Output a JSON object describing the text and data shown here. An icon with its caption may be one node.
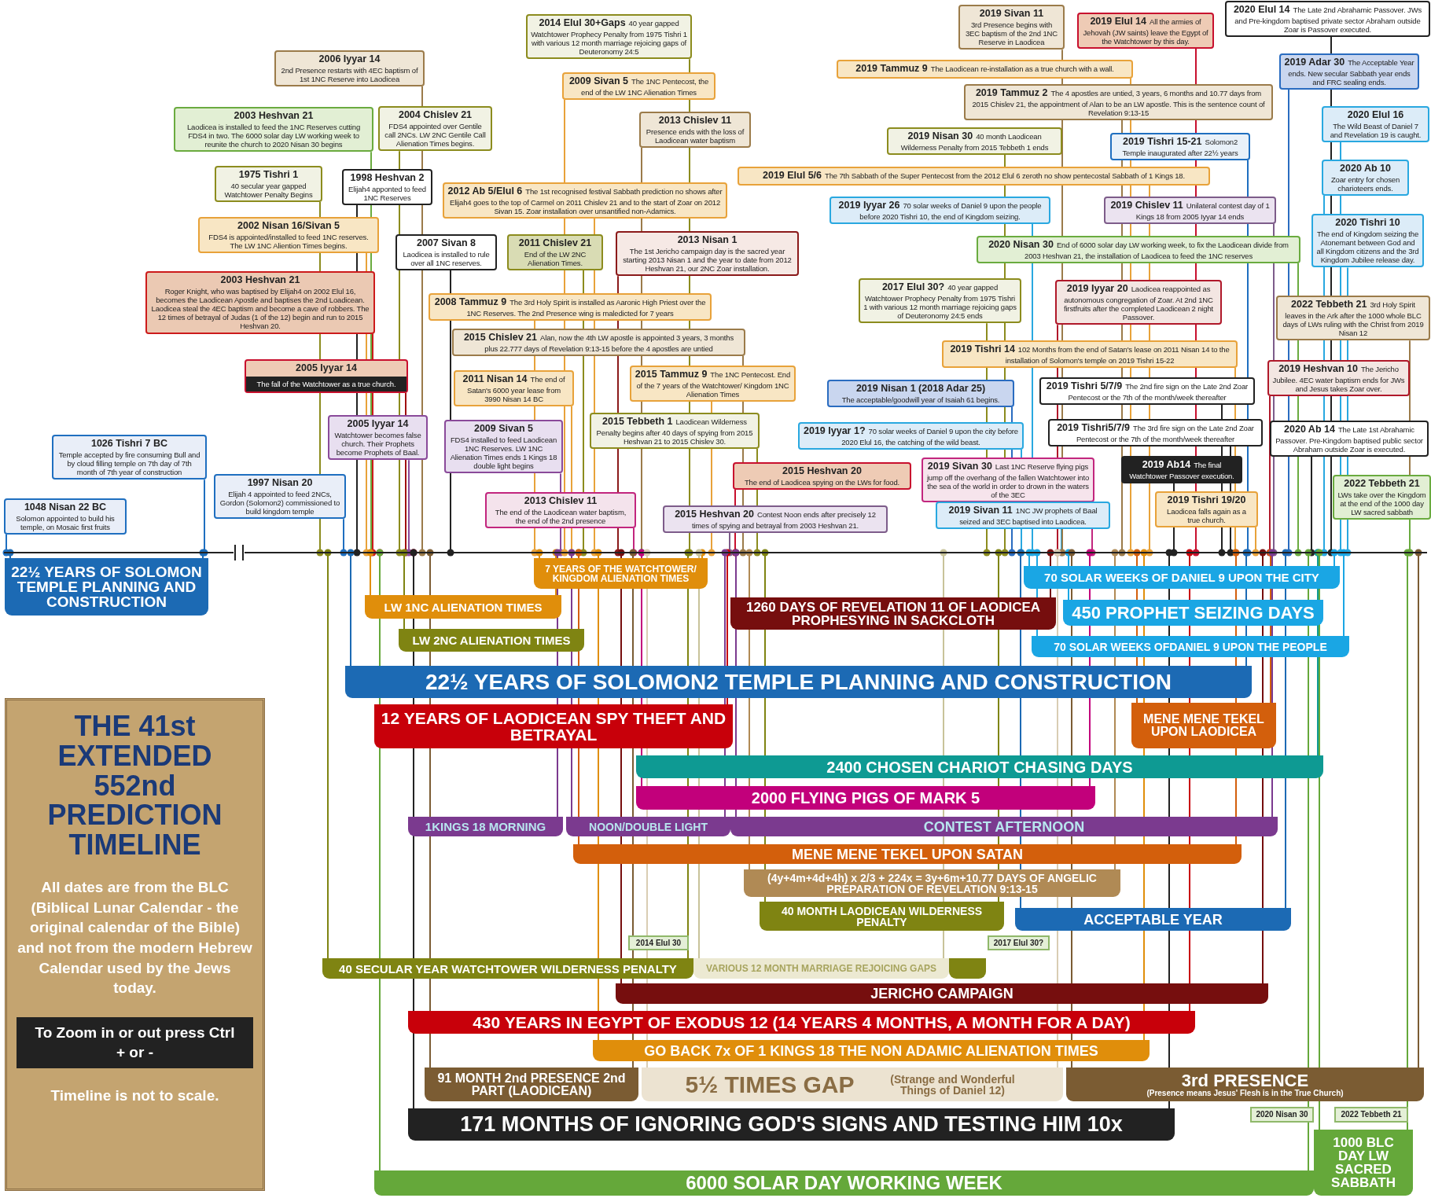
{
  "diagram": {
    "title": "THE 41st EXTENDED 552nd PREDICTION TIMELINE",
    "nodes": [
      {
        "text": [
          "2006 Iyyar 14",
          "2nd Presence restarts with 4EC baptism of 1st 1NC Reserve into Laodicea"
        ]
      },
      {
        "text": [
          "2003 Heshvan 21",
          "Laodicea is installed to feed the 1NC Reserves cutting FDS4 in two. The 6000 solar day LW working week to reunite the church to 2020 Nisan 30 begins"
        ]
      },
      {
        "text": [
          "2004 Chislev 21",
          "FDS4 appointed over Gentile call 2NCs. LW 2NC Gentile Call Alienation Times begins."
        ]
      },
      {
        "text": [
          "1975 Tishri 1",
          "40 secular year gapped Watchtower Penalty Begins"
        ]
      },
      {
        "text": [
          "1998 Heshvan 2",
          "Elijah4 apponted to feed 1NC Reserves"
        ]
      },
      {
        "text": [
          "2012 Ab 5/Elul 6",
          "The 1st recognised festival Sabbath prediction no shows after Elijah4 goes to the top of Carmel on 2011 Chislev 21 and to the start of Zoar on 2012 Sivan 15. Zoar installation over unsantified non-Adamics."
        ]
      },
      {
        "text": [
          "2002 Nisan 16/Sivan 5",
          "FDS4 is appointed/installed to feed 1NC reserves. The LW 1NC Aliention Times begins."
        ]
      },
      {
        "text": [
          "2007 Sivan 8",
          "Laodicea is installed to rule over all 1NC reserves."
        ]
      },
      {
        "text": [
          "2011 Chislev 21",
          "End of the LW 2NC Alienation Times."
        ]
      },
      {
        "text": [
          "2013 Nisan 1",
          "The 1st Jericho campaign day is the sacred year starting 2013 Nisan 1 and the year to date from 2012 Heshvan 21, our 2NC Zoar installation."
        ]
      },
      {
        "text": [
          "2003 Heshvan 21",
          "Roger Knight, who was baptised by Elijah4 on 2002 Elul 16, becomes the Laodicean Apostle and baptises the 2nd Loadicean. Laodicea steal the 4EC baptism and become a cave of robbers. The 12 times of betrayal of Judas (1 of the 12) begin and run to 2015 Heshvan 20."
        ]
      },
      {
        "text": [
          "2008 Tammuz 9",
          "The 3rd Holy Spirit is installed as Aaronic High Priest over the 1NC Reserves. The 2nd Presence wing is maledicted for 7 years"
        ]
      },
      {
        "text": [
          "2015 Chislev 21",
          "Alan, now the 4th LW apostle is appointed 3 years, 3 months plus 22.777 days of Revelation 9:13-15 before the 4 apostles are untied"
        ]
      },
      {
        "text": [
          "2005 Iyyar 14",
          "The fall of the Watchtower as a true church."
        ]
      },
      {
        "text": [
          "2011 Nisan 14",
          "The end of Satan's 6000 year lease from 3990 Nisan 14 BC"
        ]
      },
      {
        "text": [
          "2015 Tammuz 9",
          "The 1NC Pentecost. End of the 7 years of the Watchtower/ Kingdom 1NC Alienation Times"
        ]
      },
      {
        "text": [
          "2005 Iyyar 14",
          "Watchtower becomes false church. Their Prophets become Prophets of Baal."
        ]
      },
      {
        "text": [
          "2009 Sivan 5",
          "FDS4 installed to feed Laodicean 1NC Reserves. LW 1NC Alienation Times ends 1 Kings 18 double light begins"
        ]
      },
      {
        "text": [
          "2015 Tebbeth 1",
          "Laodicean Wilderness Penalty begins after 40 days of spying from 2015 Heshvan 21 to 2015 Chislev 30."
        ]
      },
      {
        "text": [
          "1026 Tishri 7 BC",
          "Temple accepted by fire consuming Bull and by cloud filling temple on 7th day of 7th month of 7th year of construction"
        ]
      },
      {
        "text": [
          "1997 Nisan 20",
          "Elijah 4 appointed to feed 2NCs, Gordon (Solomon2) commissioned to build kingdom temple"
        ]
      },
      {
        "text": [
          "1048 Nisan 22 BC",
          "Solomon appointed to build his temple, on Mosaic first fruits"
        ]
      },
      {
        "text": [
          "2013 Chislev 11",
          "The end of the Laodicean water baptism, the end of the 2nd presence"
        ]
      },
      {
        "text": [
          "2015 Heshvan 20",
          "The end of Laodicea spying on the LWs for food."
        ]
      },
      {
        "text": [
          "2015 Heshvan 20",
          "Contest Noon ends after precisely 12 times of spying and betrayal from 2003 Heshvan 21."
        ]
      },
      {
        "text": [
          "2014 Elul 30+Gaps",
          "40 year gapped Watchtower Prophecy Penalty from 1975 Tishri 1 with various 12 month marriage rejoicing gaps of Deuteronomy 24:5"
        ]
      },
      {
        "text": [
          "2009 Sivan 5",
          "The 1NC Pentecost, the end of the LW 1NC Alienation Times"
        ]
      },
      {
        "text": [
          "2013 Chislev 11",
          "Presence ends with the loss of Laodicean water baptism"
        ]
      },
      {
        "text": [
          "2019 Tammuz 9",
          "The Laodicean re-installation as a true church with a wall."
        ]
      },
      {
        "text": [
          "2019 Nisan 30",
          "40 month Laodicean Wilderness Penalty from 2015 Tebbeth 1 ends"
        ]
      },
      {
        "text": [
          "2019 Elul 5/6",
          "The 7th Sabbath of the Super Pentecost from the 2012 Elul 6 zeroth no show pentecostal Sabbath of 1 Kings 18."
        ]
      },
      {
        "text": [
          "2019 Iyyar 26",
          "70 solar weeks of Daniel 9 upon the people before 2020 Tishri 10, the end of Kingdom seizing."
        ]
      },
      {
        "text": [
          "2017 Elul 30?",
          "40 year gapped Watchtower Prophecy Penalty from 1975 Tishri 1 with various 12 month marriage rejoicing gaps of Deuteronomy 24:5 ends"
        ]
      },
      {
        "text": [
          "2019 Nisan 1 (2018 Adar 25)",
          "The acceptable/goodwill year of Isaiah 61 begins."
        ]
      },
      {
        "text": [
          "2019 Iyyar 1?",
          "70 solar weeks of Daniel 9 upon the city before 2020 Elul 16, the catching of the wild beast."
        ]
      },
      {
        "text": [
          "2019 Sivan 30",
          "Last 1NC Reserve flying pigs jump off the overhang of the fallen Watchtower into the sea of the world in order to drown in the waters of the 3EC"
        ]
      },
      {
        "text": [
          "2019 Sivan 11",
          "1NC JW prophets of Baal seized and 3EC baptised into Laodicea."
        ]
      },
      {
        "text": [
          "2019 Sivan 11",
          "3rd Presence begins with 3EC baptism of the 2nd 1NC Reserve in Laodicea"
        ]
      },
      {
        "text": [
          "2019 Elul 14",
          "All the armies of Jehovah (JW saints) leave the Egypt of the Watchtower by this day."
        ]
      },
      {
        "text": [
          "2019 Tammuz 2",
          "The 4 apostles are untied, 3 years, 6 months and 10.77 days from 2015 Chislev 21, the appointment of Alan to be an LW apostle. This is the sentence count of Revelation 9:13-15"
        ]
      },
      {
        "text": [
          "2019 Tishri 15-21",
          "Solomon2 Temple inaugurated after 22½ years"
        ]
      },
      {
        "text": [
          "2019 Chislev 11",
          "Unilateral contest day of 1 Kings 18 from 2005 Iyyar 14 ends"
        ]
      },
      {
        "text": [
          "2020 Nisan 30",
          "End of 6000 solar day LW working week, to fix the Laodicean divide from 2003 Heshvan 21, the installation of Laodicea to feed the 1NC reserves"
        ]
      },
      {
        "text": [
          "2019 Iyyar 20",
          "Laodicea reappointed as autonomous congregation of Zoar. At 2nd 1NC firstfruits after the completed Laodicean 2 night Passover."
        ]
      },
      {
        "text": [
          "2019 Tishri 14",
          "102 Months from the end of Satan's lease on 2011 Nisan 14 to the installation of Solomon's temple on 2019 Tishri 15-22"
        ]
      },
      {
        "text": [
          "2019 Tishri 5/7/9",
          "The 2nd fire sign on the Late 2nd Zoar Pentecost or the 7th of the month/week thereafter"
        ]
      },
      {
        "text": [
          "2019 Tishri5/7/9",
          "The 3rd fire sign on the Late 2nd Zoar Pentecost or the 7th of the month/week thereafter"
        ]
      },
      {
        "text": [
          "2019 Ab14",
          "The final Watchtower Passover execution."
        ]
      },
      {
        "text": [
          "2019 Tishri 19/20",
          "Laodicea falls again as a true church."
        ]
      },
      {
        "text": [
          "2020 Elul 14",
          "The Late 2nd Abrahamic Passover. JWs and Pre-kingdom baptised private sector Abraham outside Zoar is Passover executed."
        ]
      },
      {
        "text": [
          "2019 Adar 30",
          "The Acceptable Year ends. New secular Sabbath year ends and FRC sealing ends."
        ]
      },
      {
        "text": [
          "2020 Elul 16",
          "The Wild Beast of Daniel 7 and Revelation 19 is caught."
        ]
      },
      {
        "text": [
          "2020 Ab 10",
          "Zoar entry for chosen charioteers ends."
        ]
      },
      {
        "text": [
          "2020 Tishri 10",
          "The end of Kingdom seizing the Atonemant between God and all Kingdom citizens and the 3rd Kingdom Jubilee release day."
        ]
      },
      {
        "text": [
          "2022 Tebbeth 21",
          "3rd Holy Spirit leaves in the Ark after the 1000 whole BLC days of LWs ruling with the Christ from 2019 Nisan 12"
        ]
      },
      {
        "text": [
          "2019 Heshvan 10",
          "The Jericho Jubilee. 4EC water baptism ends for JWs and Jesus takes Zoar over."
        ]
      },
      {
        "text": [
          "2020 Ab 14",
          "The Late 1st Abrahamic Passover. Pre-Kingdom baptised public sector Abraham outside Zoar is executed."
        ]
      },
      {
        "text": [
          "2022 Tebbeth 21",
          "LWs take over the Kingdom at the end of the 1000 day LW sacred sabbath"
        ]
      },
      {
        "text": [
          "22½ YEARS OF SOLOMON TEMPLE PLANNING AND CONSTRUCTION"
        ]
      },
      {
        "text": [
          "7 YEARS OF THE WATCHTOWER/ KINGDOM ALIENATION TIMES"
        ]
      },
      {
        "text": [
          "LW 1NC ALIENATION TIMES"
        ]
      },
      {
        "text": [
          "LW 2NC ALIENATION TIMES"
        ]
      },
      {
        "text": [
          "1260 DAYS OF REVELATION 11 OF LAODICEA PROPHESYING IN SACKCLOTH"
        ]
      },
      {
        "text": [
          "70 SOLAR WEEKS OF DANIEL 9 UPON THE CITY"
        ]
      },
      {
        "text": [
          "450 PROPHET SEIZING DAYS"
        ]
      },
      {
        "text": [
          "70 SOLAR WEEKS OFDANIEL 9 UPON THE PEOPLE"
        ]
      },
      {
        "text": [
          "22½ YEARS OF SOLOMON2 TEMPLE PLANNING AND CONSTRUCTION"
        ]
      },
      {
        "text": [
          "12 YEARS OF LAODICEAN SPY THEFT AND BETRAYAL"
        ]
      },
      {
        "text": [
          "MENE MENE TEKEL UPON LAODICEA"
        ]
      },
      {
        "text": [
          "2400 CHOSEN CHARIOT CHASING DAYS"
        ]
      },
      {
        "text": [
          "2000 FLYING PIGS OF MARK 5"
        ]
      },
      {
        "text": [
          "1KINGS 18 MORNING"
        ]
      },
      {
        "text": [
          "NOON/DOUBLE LIGHT"
        ]
      },
      {
        "text": [
          "CONTEST AFTERNOON"
        ]
      },
      {
        "text": [
          "MENE MENE TEKEL UPON SATAN"
        ]
      },
      {
        "text": [
          "(4y+4m+4d+4h) x 2/3 + 224x = 3y+6m+10.77 DAYS OF ANGELIC PREPARATION OF REVELATION 9:13-15"
        ]
      },
      {
        "text": [
          "40 MONTH LAODICEAN WILDERNESS PENALTY"
        ]
      },
      {
        "text": [
          "ACCEPTABLE YEAR"
        ]
      },
      {
        "text": [
          "2014 Elul 30"
        ]
      },
      {
        "text": [
          "2017 Elul 30?"
        ]
      },
      {
        "text": [
          "40 SECULAR YEAR WATCHTOWER WILDERNESS PENALTY"
        ]
      },
      {
        "text": [
          "VARIOUS 12 MONTH MARRIAGE REJOICING GAPS"
        ]
      },
      {
        "text": [],
        "shape": "bar"
      },
      {
        "text": [
          "JERICHO CAMPAIGN"
        ]
      },
      {
        "text": [
          "430 YEARS IN EGYPT OF EXODUS 12 (14 YEARS 4 MONTHS, A MONTH FOR A DAY)"
        ]
      },
      {
        "text": [
          "GO BACK 7x OF 1 KINGS 18 THE NON ADAMIC ALIENATION TIMES"
        ]
      },
      {
        "text": [
          "91 MONTH 2nd PRESENCE 2nd PART (LAODICEAN)"
        ]
      },
      {
        "text": [
          "5½ TIMES GAP",
          "(Strange and Wonderful Things of Daniel 12)"
        ]
      },
      {
        "text": [
          "3rd PRESENCE",
          "(Presence means Jesus' Flesh is in the True Church)"
        ]
      },
      {
        "text": [
          "171 MONTHS OF IGNORING GOD'S SIGNS AND TESTING HIM 10x"
        ]
      },
      {
        "text": [
          "2020 Nisan 30"
        ]
      },
      {
        "text": [
          "2022 Tebbeth 21"
        ]
      },
      {
        "text": [
          "6000 SOLAR DAY WORKING WEEK"
        ]
      },
      {
        "text": [
          "1000 BLC DAY LW SACRED SABBATH"
        ]
      },
      {
        "text": [],
        "shape": "line"
      }
    ],
    "edges": [
      {
        "from": 0,
        "to": 94,
        "arrow": "other",
        "color": "#9b7b4a"
      },
      {
        "from": 1,
        "to": 94,
        "arrow": "other",
        "color": "#6aab3f"
      },
      {
        "from": 2,
        "to": 94,
        "arrow": "other",
        "color": "#8c8c1e"
      },
      {
        "from": 3,
        "to": 94,
        "arrow": "other",
        "color": "#8c8c1e"
      },
      {
        "from": 4,
        "to": 94,
        "arrow": "other",
        "color": "#222222"
      },
      {
        "from": 5,
        "to": 94,
        "arrow": "other",
        "color": "#e8a23a"
      },
      {
        "from": 6,
        "to": 94,
        "arrow": "other",
        "color": "#e8a23a"
      },
      {
        "from": 7,
        "to": 94,
        "arrow": "other",
        "color": "#222222"
      },
      {
        "from": 8,
        "to": 94,
        "arrow": "other",
        "color": "#8c8c1e"
      },
      {
        "from": 9,
        "to": 94,
        "arrow": "other",
        "color": "#8b1a1a"
      },
      {
        "from": 10,
        "to": 94,
        "arrow": "other",
        "color": "#cc1b1b"
      },
      {
        "from": 11,
        "to": 94,
        "arrow": "other",
        "color": "#e8a23a"
      },
      {
        "from": 12,
        "to": 94,
        "arrow": "other",
        "color": "#9b7b4a"
      },
      {
        "from": 13,
        "to": 94,
        "arrow": "other",
        "color": "#a01010"
      },
      {
        "from": 14,
        "to": 94,
        "arrow": "other",
        "color": "#e8a23a"
      },
      {
        "from": 15,
        "to": 94,
        "arrow": "other",
        "color": "#e8a23a"
      },
      {
        "from": 16,
        "to": 94,
        "arrow": "other",
        "color": "#8a4a9a"
      },
      {
        "from": 17,
        "to": 94,
        "arrow": "other",
        "color": "#8a4a9a"
      },
      {
        "from": 18,
        "to": 94,
        "arrow": "other",
        "color": "#8c8c1e"
      },
      {
        "from": 19,
        "to": 94,
        "arrow": "other",
        "color": "#1f6fc0"
      },
      {
        "from": 20,
        "to": 94,
        "arrow": "other",
        "color": "#1f6fc0"
      },
      {
        "from": 21,
        "to": 94,
        "arrow": "other",
        "color": "#1f6fc0"
      },
      {
        "from": 22,
        "to": 94,
        "arrow": "other",
        "color": "#c2267e"
      },
      {
        "from": 23,
        "to": 94,
        "arrow": "other",
        "color": "#c8102e"
      },
      {
        "from": 24,
        "to": 94,
        "arrow": "other",
        "color": "#7d5c8a"
      },
      {
        "from": 25,
        "to": 94,
        "arrow": "other",
        "color": "#8c8c1e"
      },
      {
        "from": 26,
        "to": 94,
        "arrow": "other",
        "color": "#e8a23a"
      },
      {
        "from": 27,
        "to": 94,
        "arrow": "other",
        "color": "#9b7b4a"
      },
      {
        "from": 28,
        "to": 94,
        "arrow": "other",
        "color": "#e8a23a"
      },
      {
        "from": 29,
        "to": 94,
        "arrow": "other",
        "color": "#8c8c1e"
      },
      {
        "from": 30,
        "to": 94,
        "arrow": "other",
        "color": "#e8a23a"
      },
      {
        "from": 31,
        "to": 94,
        "arrow": "other",
        "color": "#29a8e0"
      },
      {
        "from": 32,
        "to": 94,
        "arrow": "other",
        "color": "#8c8c1e"
      },
      {
        "from": 33,
        "to": 94,
        "arrow": "other",
        "color": "#2a6cc0"
      },
      {
        "from": 34,
        "to": 94,
        "arrow": "other",
        "color": "#29a8e0"
      },
      {
        "from": 35,
        "to": 94,
        "arrow": "other",
        "color": "#c2267e"
      },
      {
        "from": 36,
        "to": 94,
        "arrow": "other",
        "color": "#29a8e0"
      },
      {
        "from": 37,
        "to": 94,
        "arrow": "other",
        "color": "#9b7b4a"
      },
      {
        "from": 38,
        "to": 94,
        "arrow": "other",
        "color": "#c8102e"
      },
      {
        "from": 39,
        "to": 94,
        "arrow": "other",
        "color": "#9b7b4a"
      },
      {
        "from": 40,
        "to": 94,
        "arrow": "other",
        "color": "#1f6fc0"
      },
      {
        "from": 41,
        "to": 94,
        "arrow": "other",
        "color": "#7d5c8a"
      },
      {
        "from": 42,
        "to": 94,
        "arrow": "other",
        "color": "#6aab3f"
      },
      {
        "from": 43,
        "to": 94,
        "arrow": "other",
        "color": "#b0182a"
      },
      {
        "from": 44,
        "to": 94,
        "arrow": "other",
        "color": "#e8a23a"
      },
      {
        "from": 45,
        "to": 94,
        "arrow": "other",
        "color": "#222222"
      },
      {
        "from": 46,
        "to": 94,
        "arrow": "other",
        "color": "#222222"
      },
      {
        "from": 47,
        "to": 94,
        "arrow": "other",
        "color": "#222222"
      },
      {
        "from": 48,
        "to": 94,
        "arrow": "other",
        "color": "#e8a23a"
      },
      {
        "from": 49,
        "to": 94,
        "arrow": "other",
        "color": "#222222"
      },
      {
        "from": 50,
        "to": 94,
        "arrow": "other",
        "color": "#2a6cc0"
      },
      {
        "from": 51,
        "to": 94,
        "arrow": "other",
        "color": "#29a8e0"
      },
      {
        "from": 52,
        "to": 94,
        "arrow": "other",
        "color": "#29a8e0"
      },
      {
        "from": 53,
        "to": 94,
        "arrow": "other",
        "color": "#29a8e0"
      },
      {
        "from": 54,
        "to": 94,
        "arrow": "other",
        "color": "#9b7b4a"
      },
      {
        "from": 55,
        "to": 94,
        "arrow": "other",
        "color": "#b0182a"
      },
      {
        "from": 56,
        "to": 94,
        "arrow": "other",
        "color": "#222222"
      },
      {
        "from": 57,
        "to": 94,
        "arrow": "other",
        "color": "#6aab3f"
      },
      {
        "from": 94,
        "to": 58,
        "arrow": "other",
        "color": "#1c6ab4"
      },
      {
        "from": 94,
        "to": 58,
        "arrow": "other",
        "color": "#1c6ab4"
      },
      {
        "from": 94,
        "to": 59,
        "arrow": "other",
        "color": "#e08e0b"
      },
      {
        "from": 94,
        "to": 59,
        "arrow": "other",
        "color": "#e08e0b"
      },
      {
        "from": 94,
        "to": 60,
        "arrow": "other",
        "color": "#e08e0b"
      },
      {
        "from": 94,
        "to": 60,
        "arrow": "other",
        "color": "#e08e0b"
      },
      {
        "from": 94,
        "to": 61,
        "arrow": "other",
        "color": "#7f8412"
      },
      {
        "from": 94,
        "to": 61,
        "arrow": "other",
        "color": "#7f8412"
      },
      {
        "from": 94,
        "to": 62,
        "arrow": "other",
        "color": "#760e0e"
      },
      {
        "from": 94,
        "to": 62,
        "arrow": "other",
        "color": "#760e0e"
      },
      {
        "from": 94,
        "to": 63,
        "arrow": "other",
        "color": "#1aa6e4"
      },
      {
        "from": 94,
        "to": 63,
        "arrow": "other",
        "color": "#1aa6e4"
      },
      {
        "from": 94,
        "to": 64,
        "arrow": "other",
        "color": "#1aa6e4"
      },
      {
        "from": 94,
        "to": 64,
        "arrow": "other",
        "color": "#1aa6e4"
      },
      {
        "from": 94,
        "to": 65,
        "arrow": "other",
        "color": "#1aa6e4"
      },
      {
        "from": 94,
        "to": 65,
        "arrow": "other",
        "color": "#1aa6e4"
      },
      {
        "from": 94,
        "to": 66,
        "arrow": "other",
        "color": "#1c6ab4"
      },
      {
        "from": 94,
        "to": 66,
        "arrow": "other",
        "color": "#1c6ab4"
      },
      {
        "from": 94,
        "to": 67,
        "arrow": "other",
        "color": "#c8000a"
      },
      {
        "from": 94,
        "to": 67,
        "arrow": "other",
        "color": "#c8000a"
      },
      {
        "from": 94,
        "to": 68,
        "arrow": "other",
        "color": "#d35f0c"
      },
      {
        "from": 94,
        "to": 68,
        "arrow": "other",
        "color": "#d35f0c"
      },
      {
        "from": 94,
        "to": 69,
        "arrow": "other",
        "color": "#0e9a93"
      },
      {
        "from": 94,
        "to": 69,
        "arrow": "other",
        "color": "#0e9a93"
      },
      {
        "from": 94,
        "to": 70,
        "arrow": "other",
        "color": "#c2007b"
      },
      {
        "from": 94,
        "to": 70,
        "arrow": "other",
        "color": "#c2007b"
      },
      {
        "from": 94,
        "to": 71,
        "arrow": "other",
        "color": "#7b3a8f"
      },
      {
        "from": 94,
        "to": 71,
        "arrow": "other",
        "color": "#7b3a8f"
      },
      {
        "from": 94,
        "to": 72,
        "arrow": "other",
        "color": "#7b3a8f"
      },
      {
        "from": 94,
        "to": 72,
        "arrow": "other",
        "color": "#7b3a8f"
      },
      {
        "from": 94,
        "to": 73,
        "arrow": "other",
        "color": "#7b3a8f"
      },
      {
        "from": 94,
        "to": 73,
        "arrow": "other",
        "color": "#7b3a8f"
      },
      {
        "from": 94,
        "to": 74,
        "arrow": "other",
        "color": "#d35f0c"
      },
      {
        "from": 94,
        "to": 74,
        "arrow": "other",
        "color": "#d35f0c"
      },
      {
        "from": 94,
        "to": 75,
        "arrow": "other",
        "color": "#b08a55"
      },
      {
        "from": 94,
        "to": 75,
        "arrow": "other",
        "color": "#b08a55"
      },
      {
        "from": 94,
        "to": 76,
        "arrow": "other",
        "color": "#7f8412"
      },
      {
        "from": 94,
        "to": 76,
        "arrow": "other",
        "color": "#7f8412"
      },
      {
        "from": 94,
        "to": 77,
        "arrow": "other",
        "color": "#1c6ab4"
      },
      {
        "from": 94,
        "to": 77,
        "arrow": "other",
        "color": "#1c6ab4"
      },
      {
        "from": 94,
        "to": 80,
        "arrow": "other",
        "color": "#7f8412"
      },
      {
        "from": 94,
        "to": 80,
        "arrow": "other",
        "color": "#7f8412"
      },
      {
        "from": 94,
        "to": 81,
        "arrow": "other",
        "color": "#c8c39a"
      },
      {
        "from": 94,
        "to": 81,
        "arrow": "other",
        "color": "#c8c39a"
      },
      {
        "from": 94,
        "to": 83,
        "arrow": "other",
        "color": "#760e0e"
      },
      {
        "from": 94,
        "to": 83,
        "arrow": "other",
        "color": "#760e0e"
      },
      {
        "from": 94,
        "to": 84,
        "arrow": "other",
        "color": "#c8000a"
      },
      {
        "from": 94,
        "to": 84,
        "arrow": "other",
        "color": "#c8000a"
      },
      {
        "from": 94,
        "to": 85,
        "arrow": "other",
        "color": "#e08e0b"
      },
      {
        "from": 94,
        "to": 85,
        "arrow": "other",
        "color": "#e08e0b"
      },
      {
        "from": 94,
        "to": 86,
        "arrow": "other",
        "color": "#7b5c33"
      },
      {
        "from": 94,
        "to": 86,
        "arrow": "other",
        "color": "#7b5c33"
      },
      {
        "from": 94,
        "to": 87,
        "arrow": "other",
        "color": "#d9cdb3"
      },
      {
        "from": 94,
        "to": 87,
        "arrow": "other",
        "color": "#d9cdb3"
      },
      {
        "from": 94,
        "to": 88,
        "arrow": "other",
        "color": "#7b5c33"
      },
      {
        "from": 94,
        "to": 88,
        "arrow": "other",
        "color": "#7b5c33"
      },
      {
        "from": 94,
        "to": 89,
        "arrow": "other",
        "color": "#222222"
      },
      {
        "from": 94,
        "to": 89,
        "arrow": "other",
        "color": "#222222"
      },
      {
        "from": 94,
        "to": 92,
        "arrow": "other",
        "color": "#65a83a"
      },
      {
        "from": 94,
        "to": 92,
        "arrow": "other",
        "color": "#65a83a"
      },
      {
        "from": 94,
        "to": 93,
        "arrow": "other",
        "color": "#65a83a"
      },
      {
        "from": 94,
        "to": 93,
        "arrow": "other",
        "color": "#65a83a"
      }
    ],
    "labels": [
      "All dates are from the BLC (Biblical Lunar Calendar - the original calendar of the Bible) and not from the modern Hebrew Calendar used by the Jews today.",
      "To Zoom in or out press Ctrl + or -",
      "Timeline is not to scale."
    ]
  }
}
